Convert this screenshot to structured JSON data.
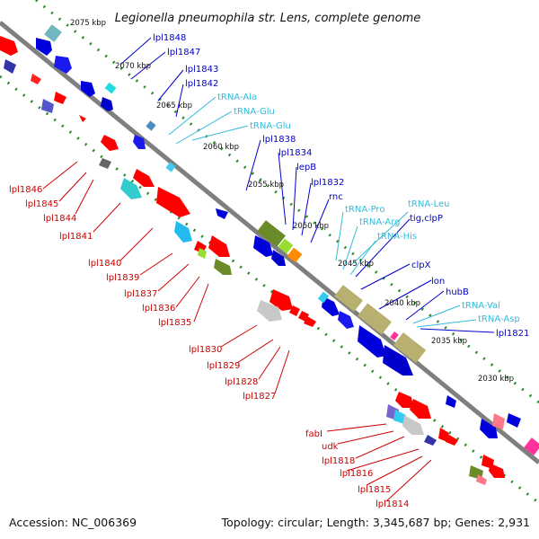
{
  "title": "Legionella pneumophila str. Lens, complete genome",
  "accession": "Accession: NC_006369",
  "topology": "Topology: circular; Length: 3,345,687 bp; Genes: 2,931",
  "colors": {
    "backbone": "#7f7f7f",
    "tick": "#2a8a2a",
    "forward_label": "#0000cc",
    "reverse_label": "#cc0000",
    "trna_label": "#33bbdd"
  },
  "kbp_ticks": [
    "2075 kbp",
    "2070 kbp",
    "2065 kbp",
    "2060 kbp",
    "2055 kbp",
    "2050 kbp",
    "2045 kbp",
    "2040 kbp",
    "2035 kbp",
    "2030 kbp"
  ],
  "forward_labels": [
    "lpl1848",
    "lpl1847",
    "lpl1843",
    "lpl1842",
    "lpl1838",
    "lpl1834",
    "lepB",
    "lpl1832",
    "rnc",
    "tig,clpP",
    "clpX",
    "lon",
    "hubB",
    "lpl1821"
  ],
  "trna_labels": [
    "tRNA-Ala",
    "tRNA-Glu",
    "tRNA-Glu",
    "tRNA-Pro",
    "tRNA-Leu",
    "tRNA-Arg",
    "tRNA-His",
    "tRNA-Val",
    "tRNA-Asp"
  ],
  "reverse_labels": [
    "lpl1846",
    "lpl1845",
    "lpl1844",
    "lpl1841",
    "lpl1840",
    "lpl1839",
    "lpl1837",
    "lpl1836",
    "lpl1835",
    "lpl1830",
    "lpl1829",
    "lpl1828",
    "lpl1827",
    "fabI",
    "udk",
    "lpl1818",
    "lpl1816",
    "lpl1815",
    "lpl1814"
  ]
}
